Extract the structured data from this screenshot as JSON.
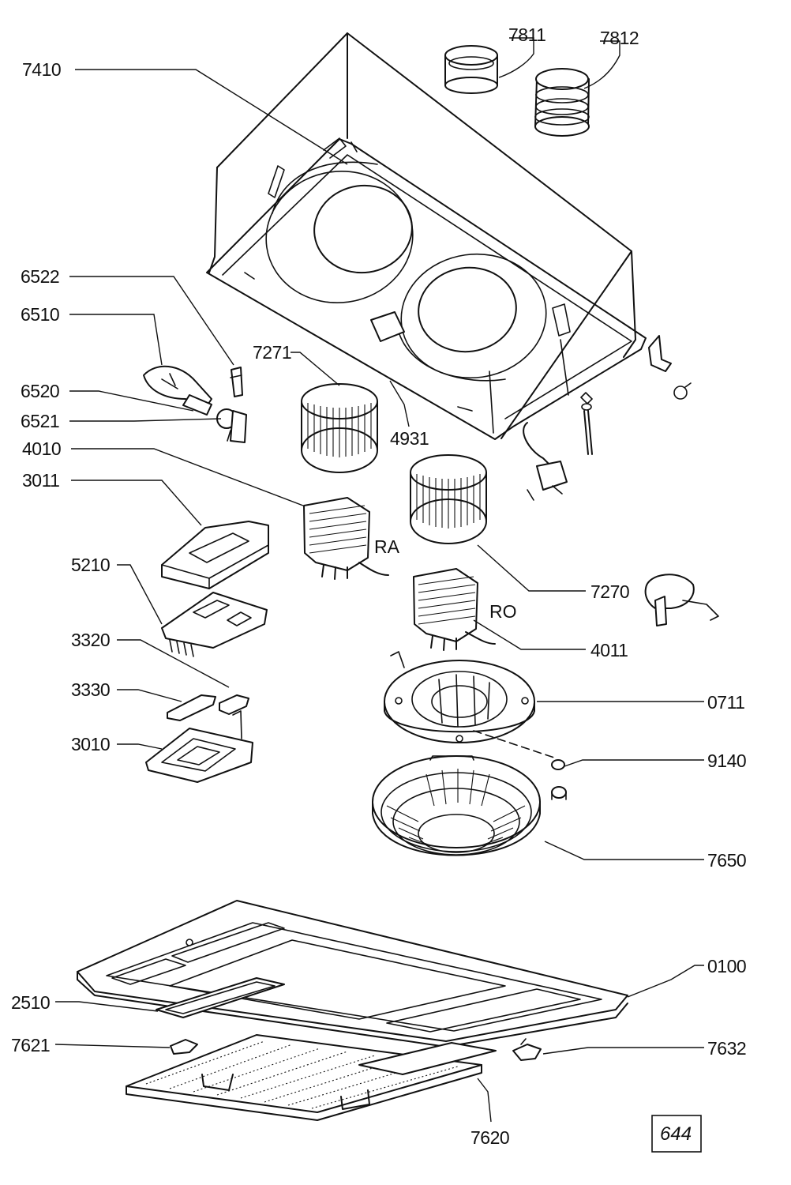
{
  "callouts": {
    "c7410": "7410",
    "c7811": "7811",
    "c7812": "7812",
    "c6522": "6522",
    "c6510": "6510",
    "c7271": "7271",
    "c6520": "6520",
    "c6521": "6521",
    "c4931": "4931",
    "c4010": "4010",
    "c3011": "3011",
    "c5210": "5210",
    "c7270": "7270",
    "c3320": "3320",
    "c4011": "4011",
    "c3330": "3330",
    "c0711": "0711",
    "c3010": "3010",
    "c9140": "9140",
    "c7650": "7650",
    "c0100": "0100",
    "c2510": "2510",
    "c7621": "7621",
    "c7632": "7632",
    "c7620": "7620"
  },
  "motor_tags": {
    "left": "RA",
    "right": "RO"
  },
  "page_number": "644"
}
